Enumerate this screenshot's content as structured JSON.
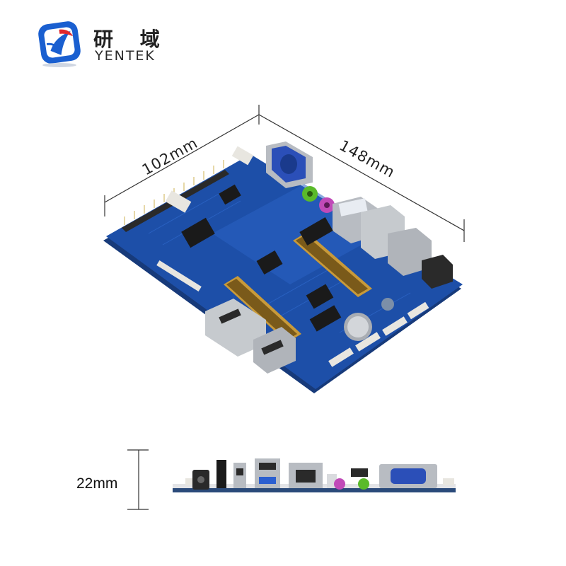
{
  "brand": {
    "chinese_name": "研 域",
    "english_name": "YENTEK",
    "logo_colors": {
      "blue": "#1a5fd0",
      "red": "#e0282d",
      "white": "#ffffff"
    }
  },
  "dimensions": {
    "width_label": "102mm",
    "length_label": "148mm",
    "height_label": "22mm"
  },
  "colors": {
    "pcb": "#1d4fa8",
    "pcb_edge": "#173a7a",
    "vga_port": "#2b4fb8",
    "audio_green": "#5aba2a",
    "audio_pink": "#c04ab8",
    "connector_white": "#e8e6e0",
    "metal": "#b8bcc2"
  },
  "icons": [
    "yentek-logo-icon"
  ]
}
